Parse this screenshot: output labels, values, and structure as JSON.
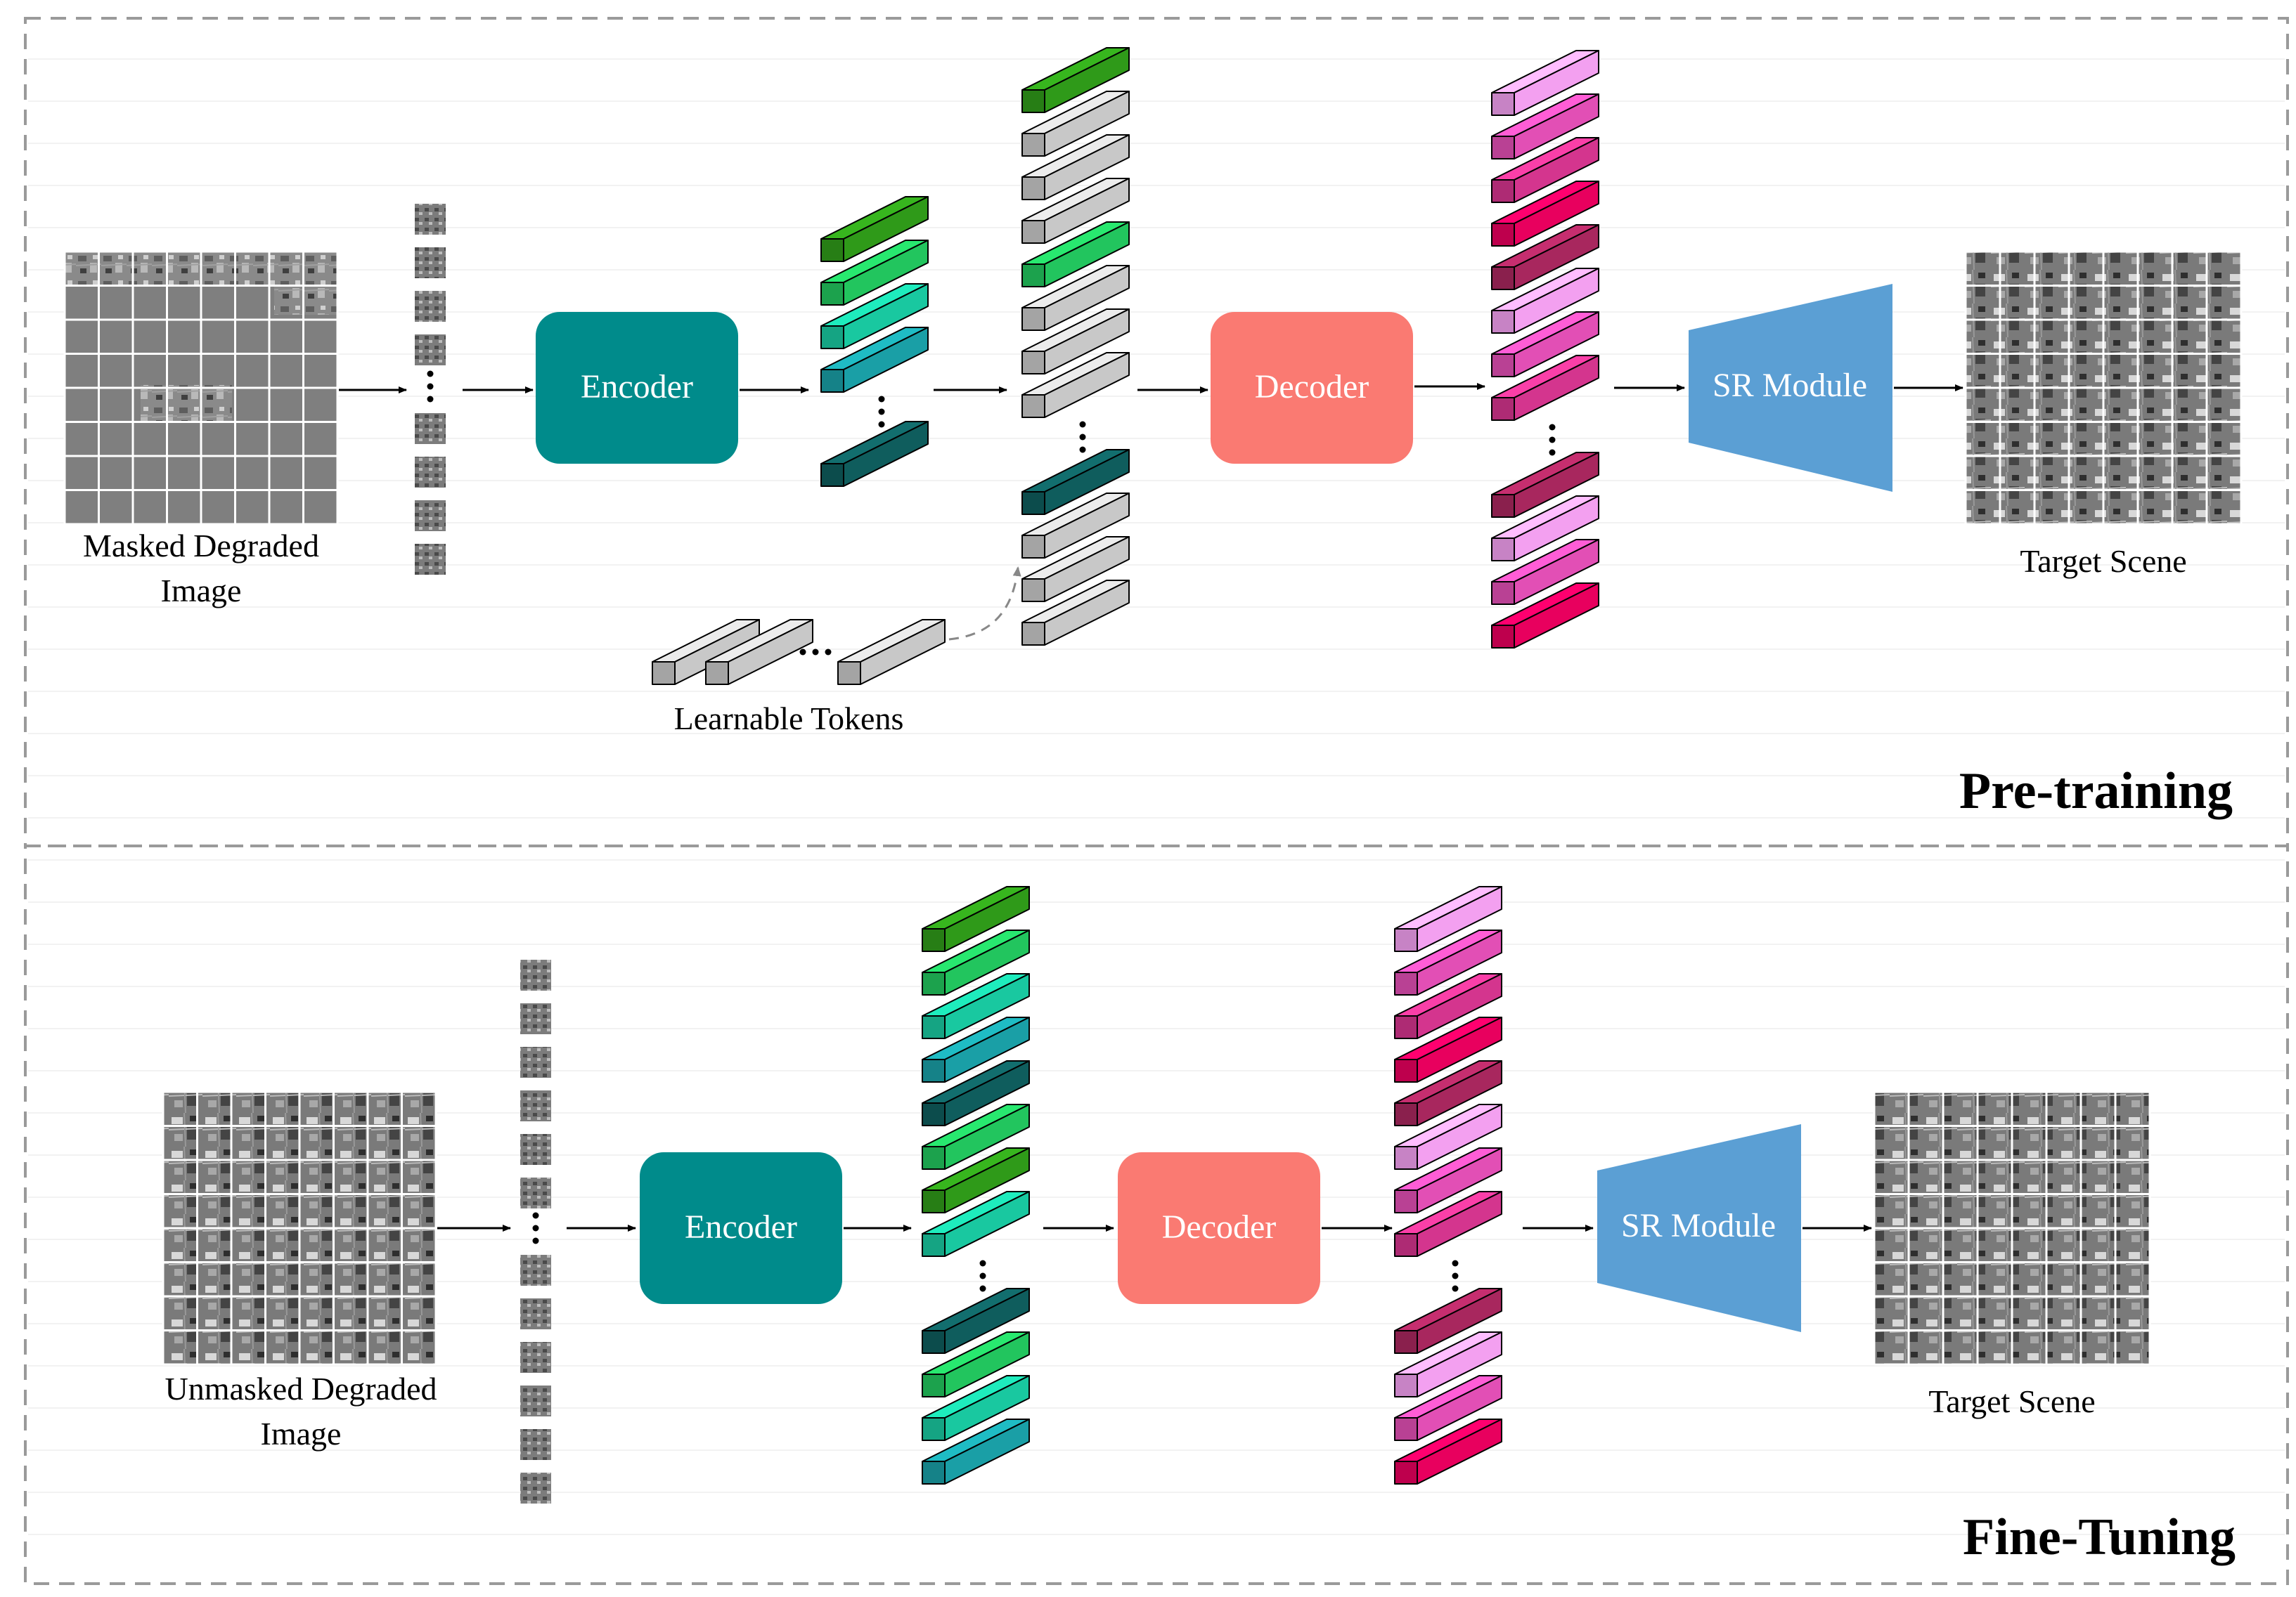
{
  "sections": {
    "pretraining": {
      "title": "Pre-training",
      "input_label_line1": "Masked Degraded",
      "input_label_line2": "Image",
      "encoder_label": "Encoder",
      "decoder_label": "Decoder",
      "sr_label": "SR Module",
      "output_label": "Target Scene",
      "tokens_label": "Learnable Tokens",
      "encoder_token_colors": [
        "#2f9a19",
        "#22c55e",
        "#19c8a0",
        "#1a9fa6",
        "#0f5d5d"
      ],
      "merged_token_colors": [
        "#2f9a19",
        "#c8c8c8",
        "#c8c8c8",
        "#c8c8c8",
        "#22c55e",
        "#c8c8c8",
        "#c8c8c8",
        "#c8c8c8",
        "#0f5d5d",
        "#c8c8c8",
        "#c8c8c8",
        "#c8c8c8"
      ],
      "decoder_token_colors": [
        "#f3a0f0",
        "#e24fb5",
        "#d4358e",
        "#e8005e",
        "#a8275e",
        "#f3a0f0",
        "#e24fb5",
        "#d4358e",
        "#a8275e",
        "#f3a0f0",
        "#e24fb5",
        "#e8005e"
      ]
    },
    "finetuning": {
      "title": "Fine-Tuning",
      "input_label_line1": "Unmasked Degraded",
      "input_label_line2": "Image",
      "encoder_label": "Encoder",
      "decoder_label": "Decoder",
      "sr_label": "SR Module",
      "output_label": "Target Scene",
      "encoder_token_colors": [
        "#2f9a19",
        "#22c55e",
        "#19c8a0",
        "#1a9fa6",
        "#0f5d5d",
        "#22c55e",
        "#2f9a19",
        "#19c8a0",
        "#0f5d5d",
        "#22c55e",
        "#19c8a0",
        "#1a9fa6"
      ],
      "decoder_token_colors": [
        "#f3a0f0",
        "#e24fb5",
        "#d4358e",
        "#e8005e",
        "#a8275e",
        "#f3a0f0",
        "#e24fb5",
        "#d4358e",
        "#a8275e",
        "#f3a0f0",
        "#e24fb5",
        "#e8005e"
      ]
    }
  },
  "colors": {
    "encoder": "#008b8b",
    "decoder": "#fa7a72",
    "sr_module": "#5b9fd4",
    "learnable_token": "#c8c8c8"
  }
}
